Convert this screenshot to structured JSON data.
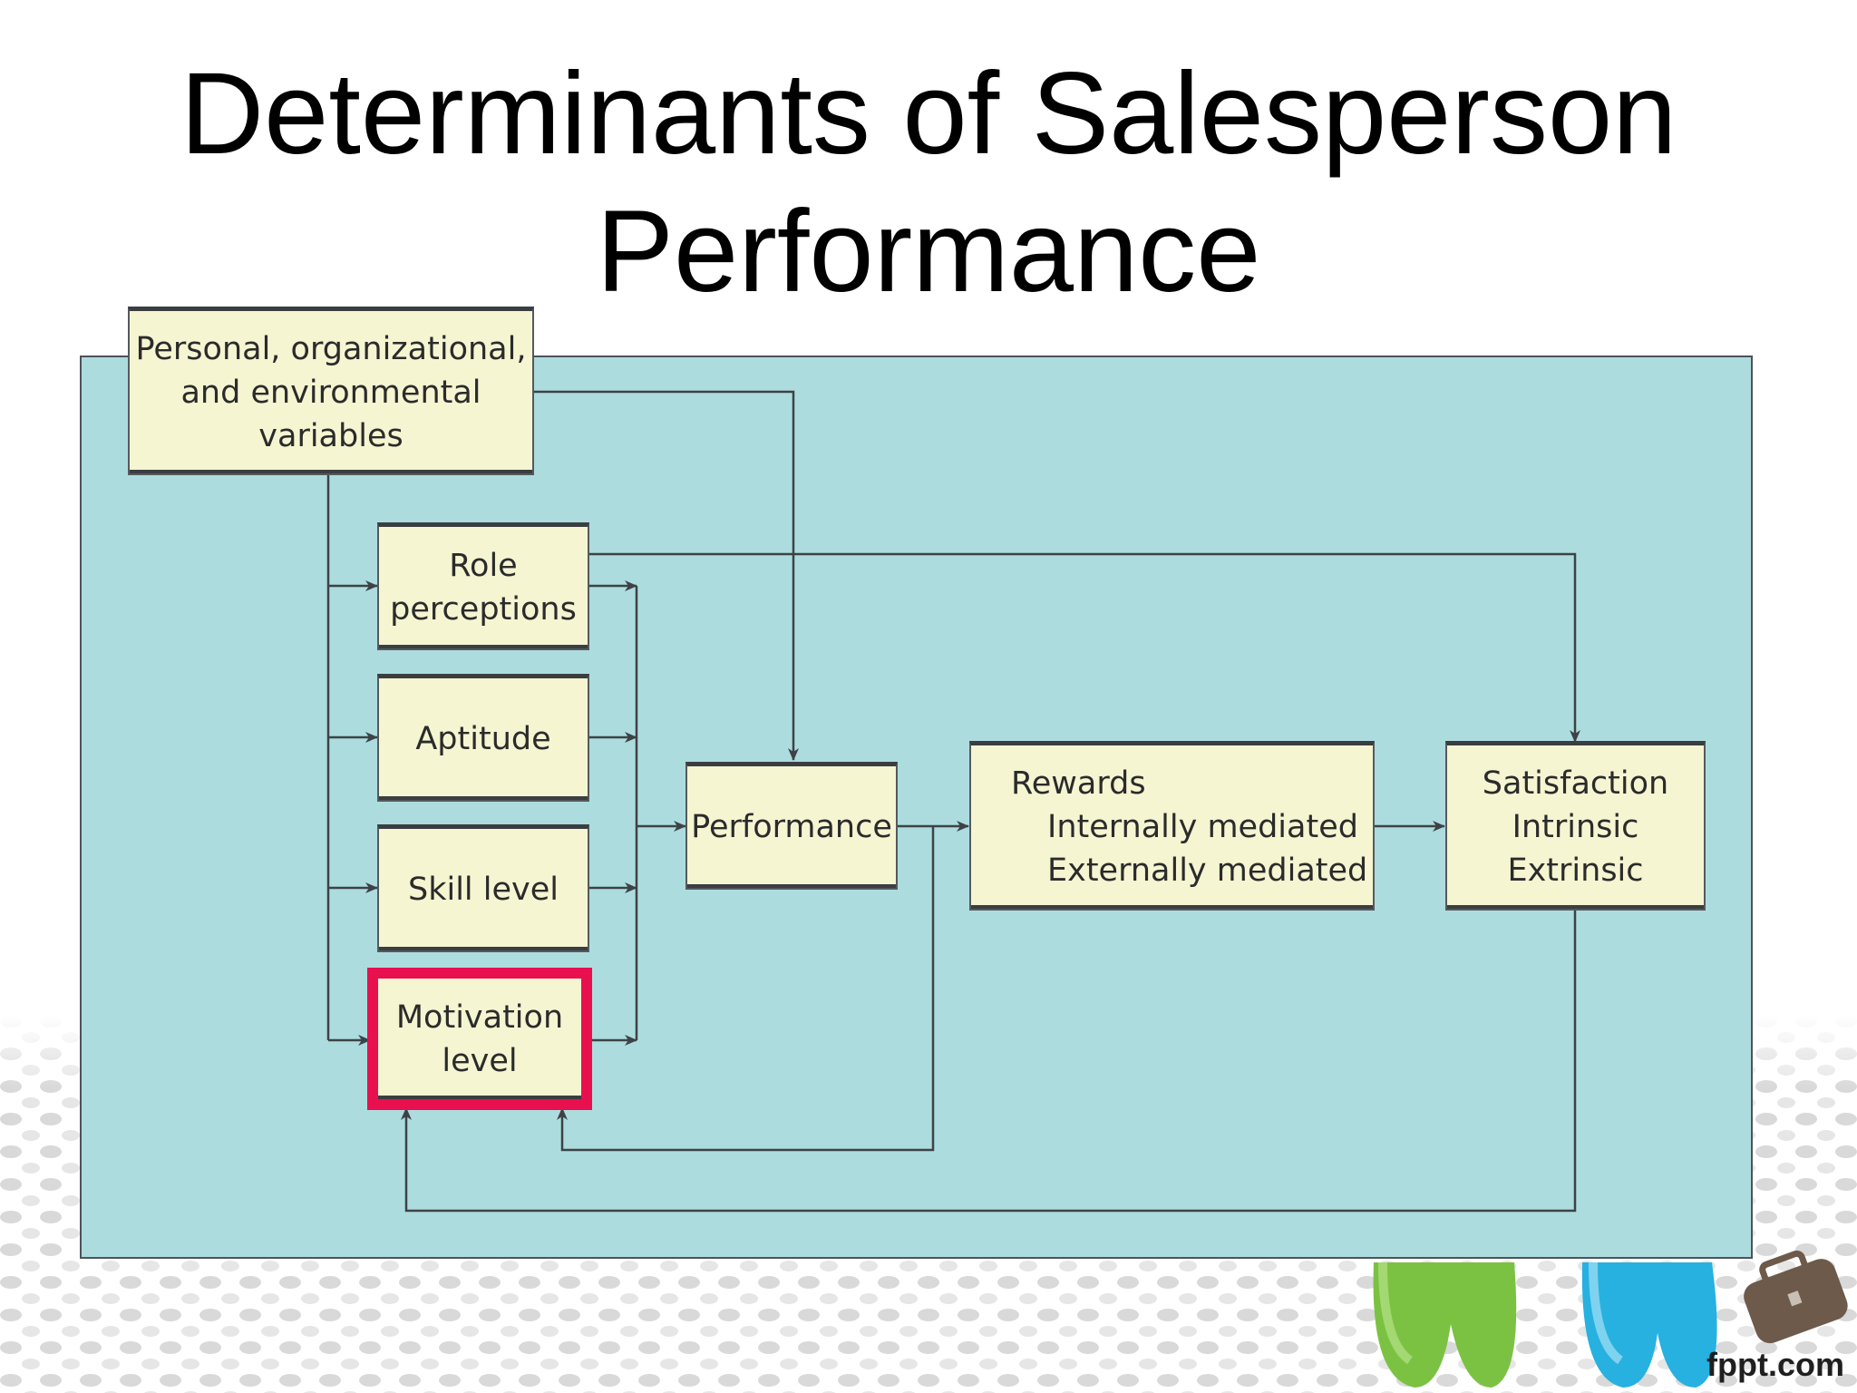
{
  "slide": {
    "title_line1": "Determinants of Salesperson",
    "title_line2": "Performance"
  },
  "diagram": {
    "variables_box": [
      "Personal, organizational,",
      "and environmental",
      "variables"
    ],
    "role_box": [
      "Role",
      "perceptions"
    ],
    "aptitude_box": "Aptitude",
    "skill_box": "Skill level",
    "motivation_box": [
      "Motivation",
      "level"
    ],
    "performance_box": "Performance",
    "rewards_box": {
      "heading": "Rewards",
      "items": [
        "Internally mediated",
        "Externally mediated"
      ]
    },
    "satisfaction_box": {
      "heading": "Satisfaction",
      "items": [
        "Intrinsic",
        "Extrinsic"
      ]
    }
  },
  "branding": {
    "site": "fppt.com",
    "briefcase_icon": "briefcase-icon"
  },
  "colors": {
    "panel": "#addcdf",
    "box_fill": "#f5f5d2",
    "highlight": "#e8104f",
    "arrow": "#3d4246",
    "green_figure": "#7cc242",
    "blue_figure": "#27b1e0"
  }
}
